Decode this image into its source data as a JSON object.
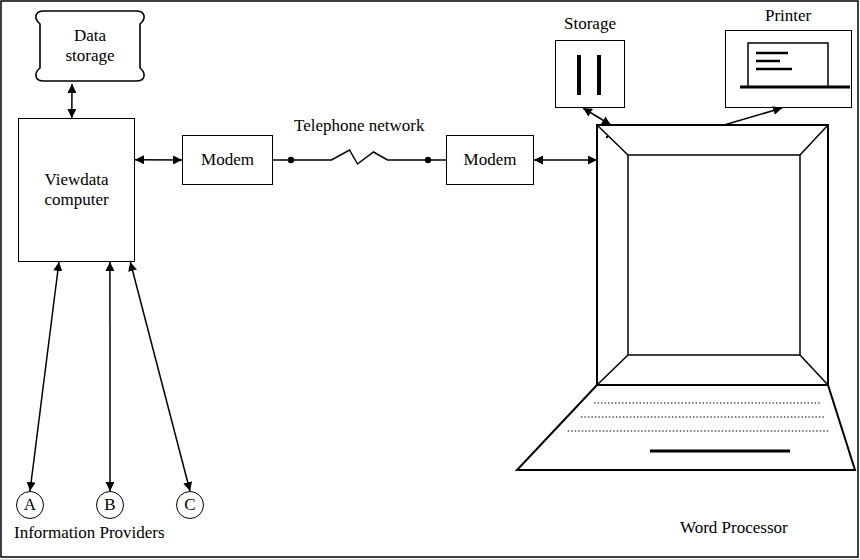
{
  "diagram": {
    "nodes": [
      {
        "text": [
          "Data storage"
        ]
      },
      {
        "text": [
          "Viewdata computer"
        ]
      },
      {
        "text": [
          "Modem"
        ]
      },
      {
        "text": [
          "Modem"
        ]
      },
      {
        "text": [
          "Storage"
        ]
      },
      {
        "text": [
          "Printer"
        ]
      },
      {
        "text": [
          "Word Processor"
        ]
      },
      {
        "text": [
          "A"
        ]
      },
      {
        "text": [
          "B"
        ]
      },
      {
        "text": [
          "C"
        ]
      }
    ],
    "edges": [
      {
        "from": 0,
        "to": 1,
        "arrow": "both"
      },
      {
        "from": 1,
        "to": 2,
        "arrow": "both"
      },
      {
        "from": 2,
        "to": 3,
        "arrow": "none",
        "label": "Telephone network"
      },
      {
        "from": 3,
        "to": 6,
        "arrow": "both"
      },
      {
        "from": 6,
        "to": 4,
        "arrow": "both"
      },
      {
        "from": 6,
        "to": 5,
        "arrow": "to"
      },
      {
        "from": 7,
        "to": 1,
        "arrow": "both"
      },
      {
        "from": 8,
        "to": 1,
        "arrow": "both"
      },
      {
        "from": 9,
        "to": 1,
        "arrow": "both"
      }
    ],
    "labels": [
      "Information Providers"
    ]
  }
}
